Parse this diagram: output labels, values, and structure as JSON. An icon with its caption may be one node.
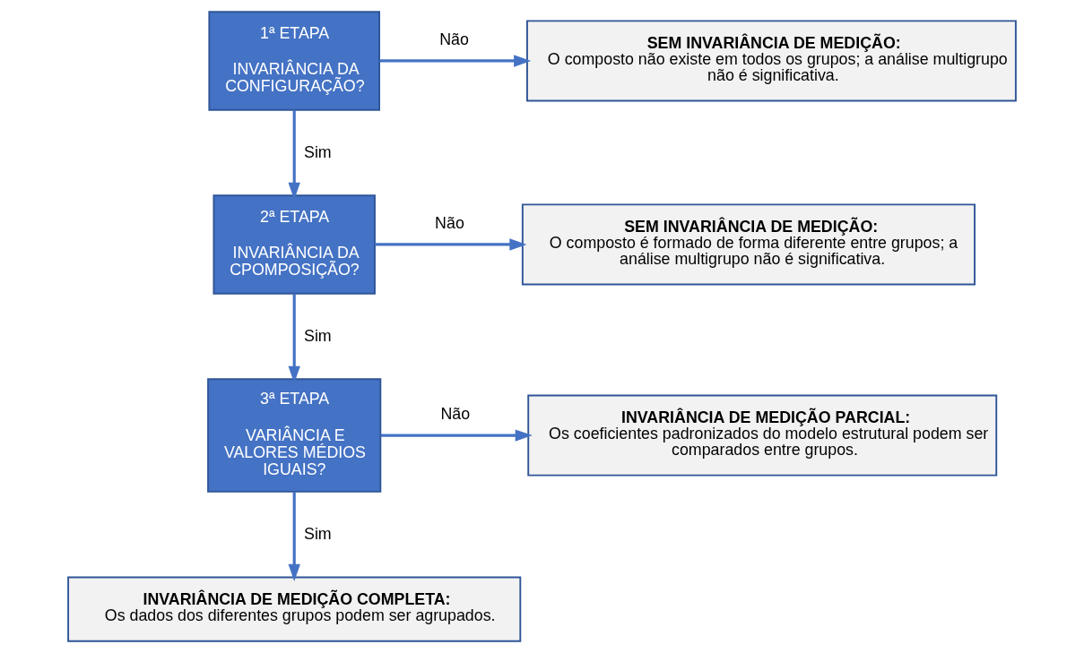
{
  "diagram": {
    "nodes": [
      {
        "text": [
          "1ª ETAPA",
          "INVARIÂNCIA DA CONFIGURAÇÃO?"
        ]
      },
      {
        "text": [
          "SEM INVARIÂNCIA DE MEDIÇÃO:",
          "O composto não existe em todos os grupos; a análise multigrupo não é significativa."
        ]
      },
      {
        "text": [
          "2ª ETAPA",
          "INVARIÂNCIA DA CPOMPOSIÇÃO?"
        ]
      },
      {
        "text": [
          "SEM INVARIÂNCIA DE MEDIÇÃO:",
          "O composto é formado de forma diferente entre grupos; a análise multigrupo não é significativa."
        ]
      },
      {
        "text": [
          "3ª ETAPA",
          "VARIÂNCIA E VALORES MÉDIOS IGUAIS?"
        ]
      },
      {
        "text": [
          "INVARIÂNCIA DE MEDIÇÃO PARCIAL:",
          "Os coeficientes padronizados do modelo estrutural podem ser comparados entre grupos."
        ]
      },
      {
        "text": [
          "INVARIÂNCIA DE MEDIÇÃO COMPLETA:",
          "Os dados dos diferentes grupos podem ser agrupados."
        ]
      }
    ],
    "edges": [
      {
        "from": 0,
        "to": 1,
        "arrow": "to",
        "label": "Não"
      },
      {
        "from": 0,
        "to": 2,
        "arrow": "to",
        "label": "Sim"
      },
      {
        "from": 2,
        "to": 3,
        "arrow": "to",
        "label": "Não"
      },
      {
        "from": 2,
        "to": 4,
        "arrow": "to",
        "label": "Sim"
      },
      {
        "from": 4,
        "to": 5,
        "arrow": "to",
        "label": "Não"
      },
      {
        "from": 4,
        "to": 6,
        "arrow": "to",
        "label": "Sim"
      }
    ]
  }
}
